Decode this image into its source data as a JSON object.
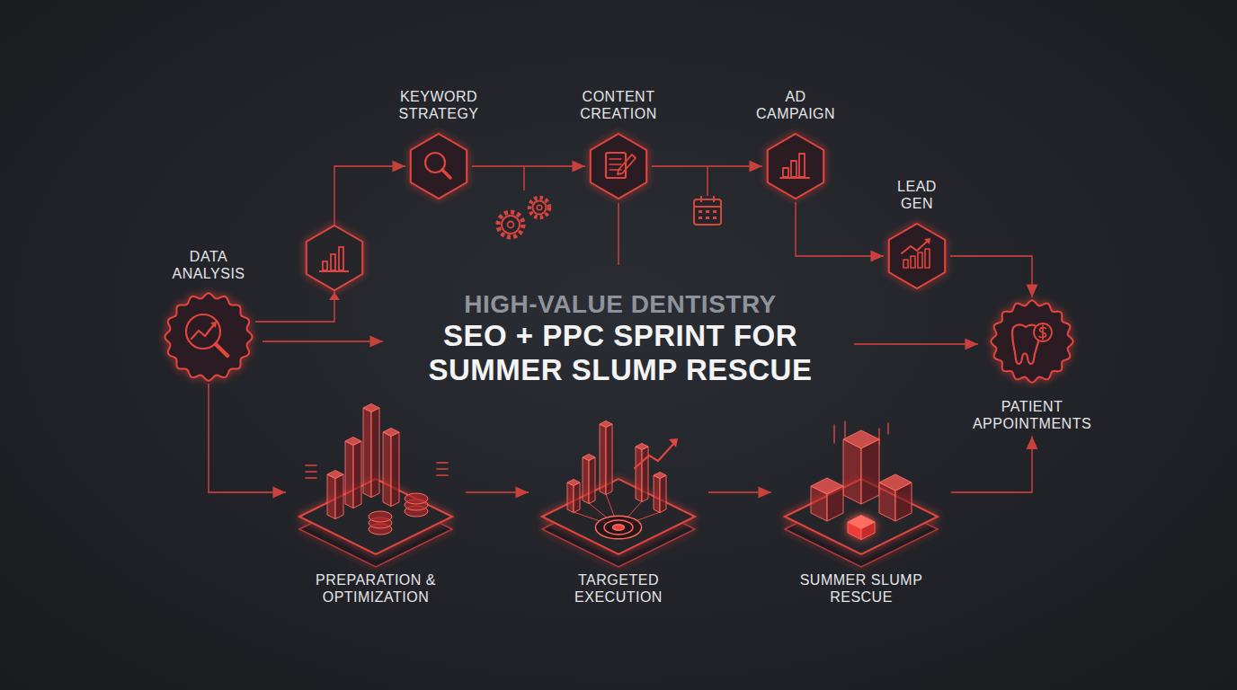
{
  "diagram": {
    "title": "SEO + PPC SPRINT FOR SUMMER SLUMP RESCUE",
    "nodes": [
      {
        "text": [
          "DATA ANALYSIS"
        ]
      },
      {
        "text": [
          "KEYWORD STRATEGY"
        ]
      },
      {
        "text": [
          "CONTENT CREATION"
        ]
      },
      {
        "text": [
          "AD CAMPAIGN"
        ]
      },
      {
        "text": [
          "LEAD GEN"
        ]
      },
      {
        "text": [
          "PATIENT APPOINTMENTS"
        ]
      },
      {
        "text": [
          "PREPARATION & OPTIMIZATION"
        ]
      },
      {
        "text": [
          "TARGETED EXECUTION"
        ]
      },
      {
        "text": [
          "SUMMER SLUMP RESCUE"
        ]
      }
    ],
    "edges": [
      {
        "from": 0,
        "to": 1,
        "arrow": "to"
      },
      {
        "from": 1,
        "to": 2,
        "arrow": "to"
      },
      {
        "from": 2,
        "to": 3,
        "arrow": "to"
      },
      {
        "from": 3,
        "to": 4,
        "arrow": "to"
      },
      {
        "from": 4,
        "to": 5,
        "arrow": "to"
      },
      {
        "from": 0,
        "to": 6,
        "arrow": "to"
      },
      {
        "from": 6,
        "to": 7,
        "arrow": "to"
      },
      {
        "from": 7,
        "to": 8,
        "arrow": "to"
      },
      {
        "from": 8,
        "to": 5,
        "arrow": "to"
      }
    ],
    "labels": [
      "HIGH-VALUE DENTISTRY"
    ]
  }
}
